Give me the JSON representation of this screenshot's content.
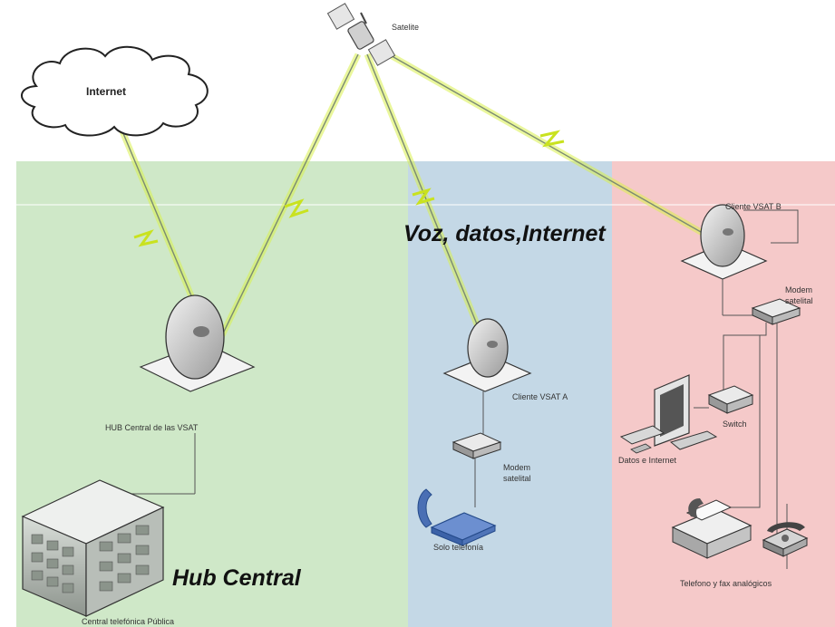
{
  "colors": {
    "hub_zone": "#cfe8c8",
    "client_a_zone": "#c4d8e6",
    "client_b_zone": "#f5c9c9",
    "link_glow": "#d8f04a",
    "link_line": "#7a8a72"
  },
  "labels": {
    "internet": "Internet",
    "satellite": "Satelite",
    "overlay": "Voz, datos,Internet",
    "hub_dish": "HUB Central de las VSAT",
    "hub_title": "Hub Central",
    "central": "Central telefónica Pública",
    "client_a": "Cliente VSAT A",
    "client_b": "Cliente VSAT B",
    "modem_a": "Modem satelital",
    "modem_b": "Modem satelital",
    "solo_telefonia": "Solo telefonía",
    "switch": "Switch",
    "datos": "Datos e Internet",
    "telefono_fax": "Telefono y fax analógicos"
  }
}
